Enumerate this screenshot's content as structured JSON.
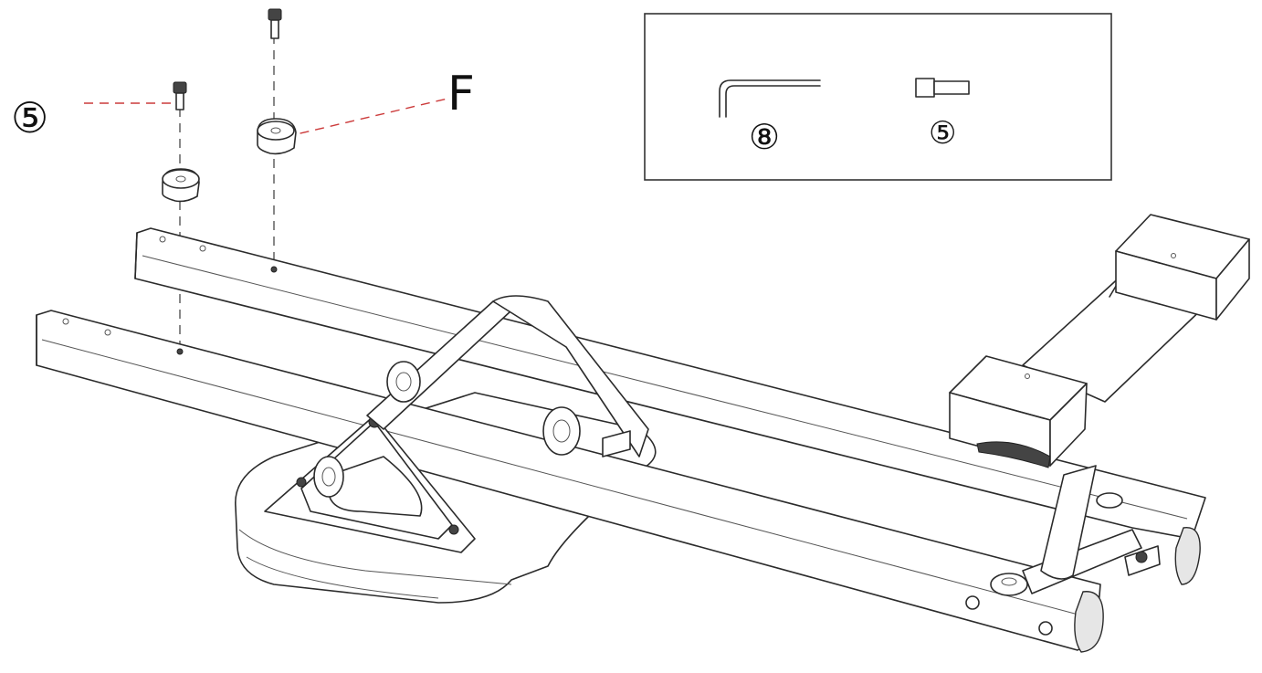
{
  "labels": {
    "bolt_callout": "⑤",
    "part_letter": "F",
    "inset_tool": "⑧",
    "inset_bolt": "⑤"
  },
  "colors": {
    "leader_line": "#cc3b3b",
    "guide_line": "#555555",
    "outline": "#2b2b2b"
  },
  "icons": [
    "hex-key-icon",
    "bolt-icon"
  ]
}
